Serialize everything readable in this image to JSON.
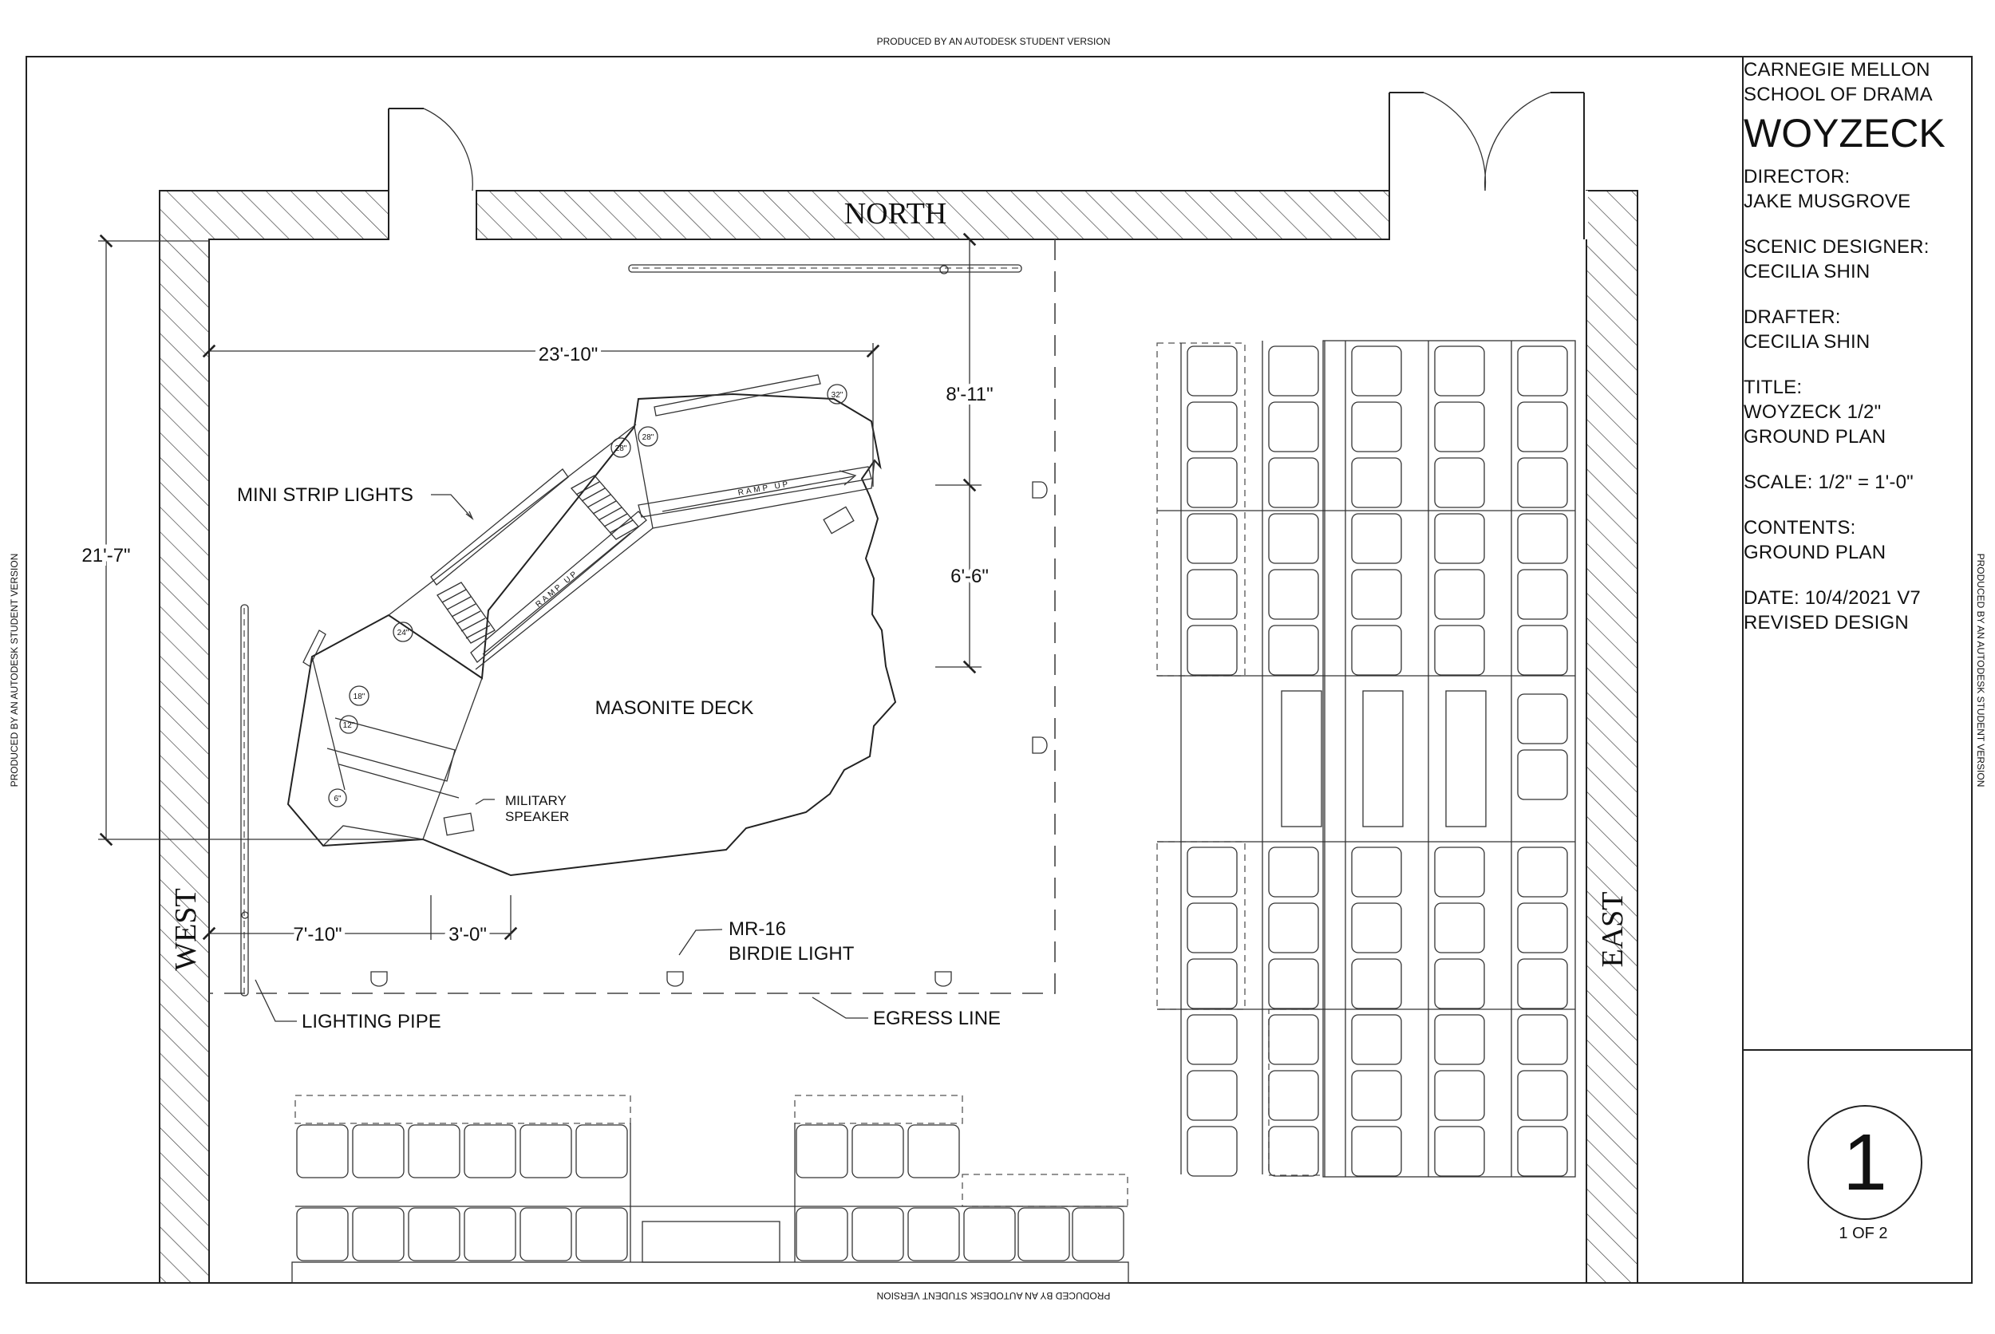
{
  "watermark": "PRODUCED BY AN AUTODESK STUDENT VERSION",
  "title_block": {
    "school_line1": "CARNEGIE MELLON",
    "school_line2": "SCHOOL OF DRAMA",
    "show": "WOYZECK",
    "director_label": "DIRECTOR:",
    "director": "JAKE MUSGROVE",
    "scenic_label": "SCENIC DESIGNER:",
    "scenic": "CECILIA SHIN",
    "drafter_label": "DRAFTER:",
    "drafter": "CECILIA SHIN",
    "title_label": "TITLE:",
    "title_line1": "WOYZECK 1/2\"",
    "title_line2": "GROUND PLAN",
    "scale": "SCALE: 1/2\" = 1'-0\"",
    "contents_label": "CONTENTS:",
    "contents": "GROUND PLAN",
    "date": "DATE: 10/4/2021 V7",
    "revision": "REVISED DESIGN",
    "sheet_number": "1",
    "sheet_of": "1 OF 2"
  },
  "plan": {
    "wall_labels": {
      "north": "NORTH",
      "west": "WEST",
      "east": "EAST"
    },
    "dimensions": {
      "deck_width": "23'-10\"",
      "depth_total": "21'-7\"",
      "upper_gap": "8'-11\"",
      "lower_gap": "6'-6\"",
      "west_offset": "7'-10\"",
      "step_width": "3'-0\""
    },
    "labels": {
      "mini_strip_lights": "MINI STRIP LIGHTS",
      "masonite_deck": "MASONITE DECK",
      "military_line1": "MILITARY",
      "military_line2": "SPEAKER",
      "mr16_line1": "MR-16",
      "mr16_line2": "BIRDIE LIGHT",
      "lighting_pipe": "LIGHTING PIPE",
      "egress_line": "EGRESS LINE",
      "ramp_up": "RAMP UP"
    },
    "platform_heights": [
      "32\"",
      "28\"",
      "28\"",
      "24\"",
      "18\"",
      "12\"",
      "6\""
    ]
  }
}
